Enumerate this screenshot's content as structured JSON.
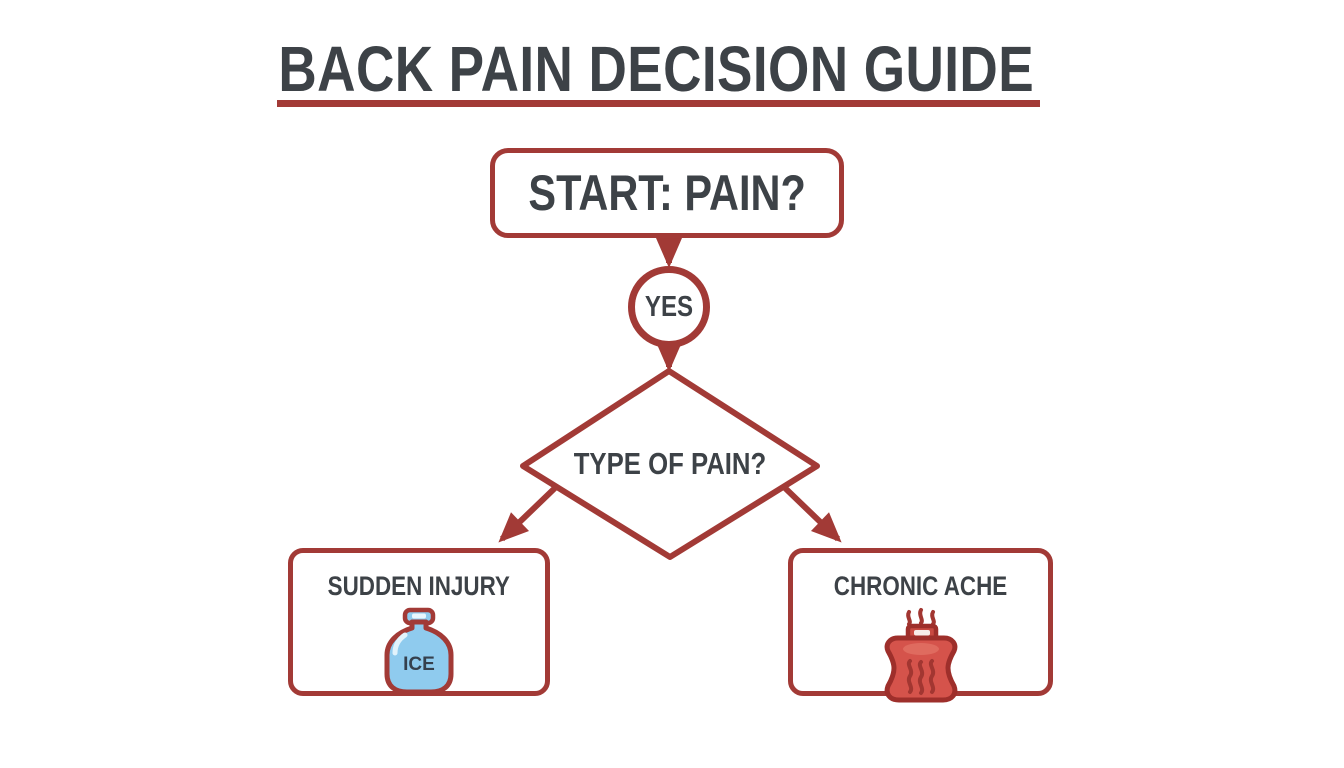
{
  "colors": {
    "accent_red": "#A23A36",
    "dark_red": "#9E2F2B",
    "text_dark": "#3D4247",
    "ice_blue": "#8FCBEE",
    "ice_highlight": "#E2F3FC",
    "ice_label_color": "#35404D",
    "heat_fill": "#D5534B",
    "heat_highlight": "#DF6B5F",
    "heat_cap": "#C84A42",
    "white": "#FFFFFF"
  },
  "title": {
    "text": "BACK PAIN DECISION GUIDE"
  },
  "flowchart": {
    "start": {
      "label": "START: PAIN?"
    },
    "yes": {
      "label": "YES"
    },
    "decision": {
      "label": "TYPE OF PAIN?"
    },
    "outcome_left": {
      "label": "SUDDEN INJURY",
      "icon": "ice-pack-icon",
      "icon_text": "ICE"
    },
    "outcome_right": {
      "label": "CHRONIC ACHE",
      "icon": "heat-pack-icon"
    }
  }
}
